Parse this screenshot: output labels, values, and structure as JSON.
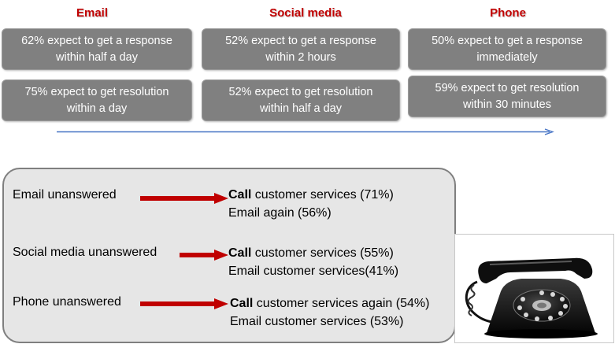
{
  "colors": {
    "header": "#c00000",
    "box_fill": "#808080",
    "panel_fill": "#e6e6e6",
    "arrow": "#c00000",
    "timeline": "#4472c4"
  },
  "headers": {
    "email": "Email",
    "social": "Social media",
    "phone": "Phone"
  },
  "expectations": {
    "email_response": "62% expect to get a response\nwithin half a day",
    "email_resolution": "75% expect to get resolution\nwithin a day",
    "social_response": "52% expect to get a response\nwithin 2 hours",
    "social_resolution": "52% expect to get resolution\nwithin half a day",
    "phone_response": "50% expect to get a response\nimmediately",
    "phone_resolution": "59% expect to get resolution\nwithin 30 minutes"
  },
  "unanswered": [
    {
      "label": "Email unanswered",
      "line1_bold": "Call",
      "line1_rest": " customer services (71%)",
      "line2": "Email again (56%)"
    },
    {
      "label": "Social media unanswered",
      "line1_bold": "Call",
      "line1_rest": " customer services (55%)",
      "line2": "Email customer services(41%)"
    },
    {
      "label": "Phone unanswered",
      "line1_bold": "Call",
      "line1_rest": " customer services again (54%)",
      "line2": "Email customer services (53%)"
    }
  ],
  "image": {
    "icon": "rotary-telephone-icon"
  }
}
